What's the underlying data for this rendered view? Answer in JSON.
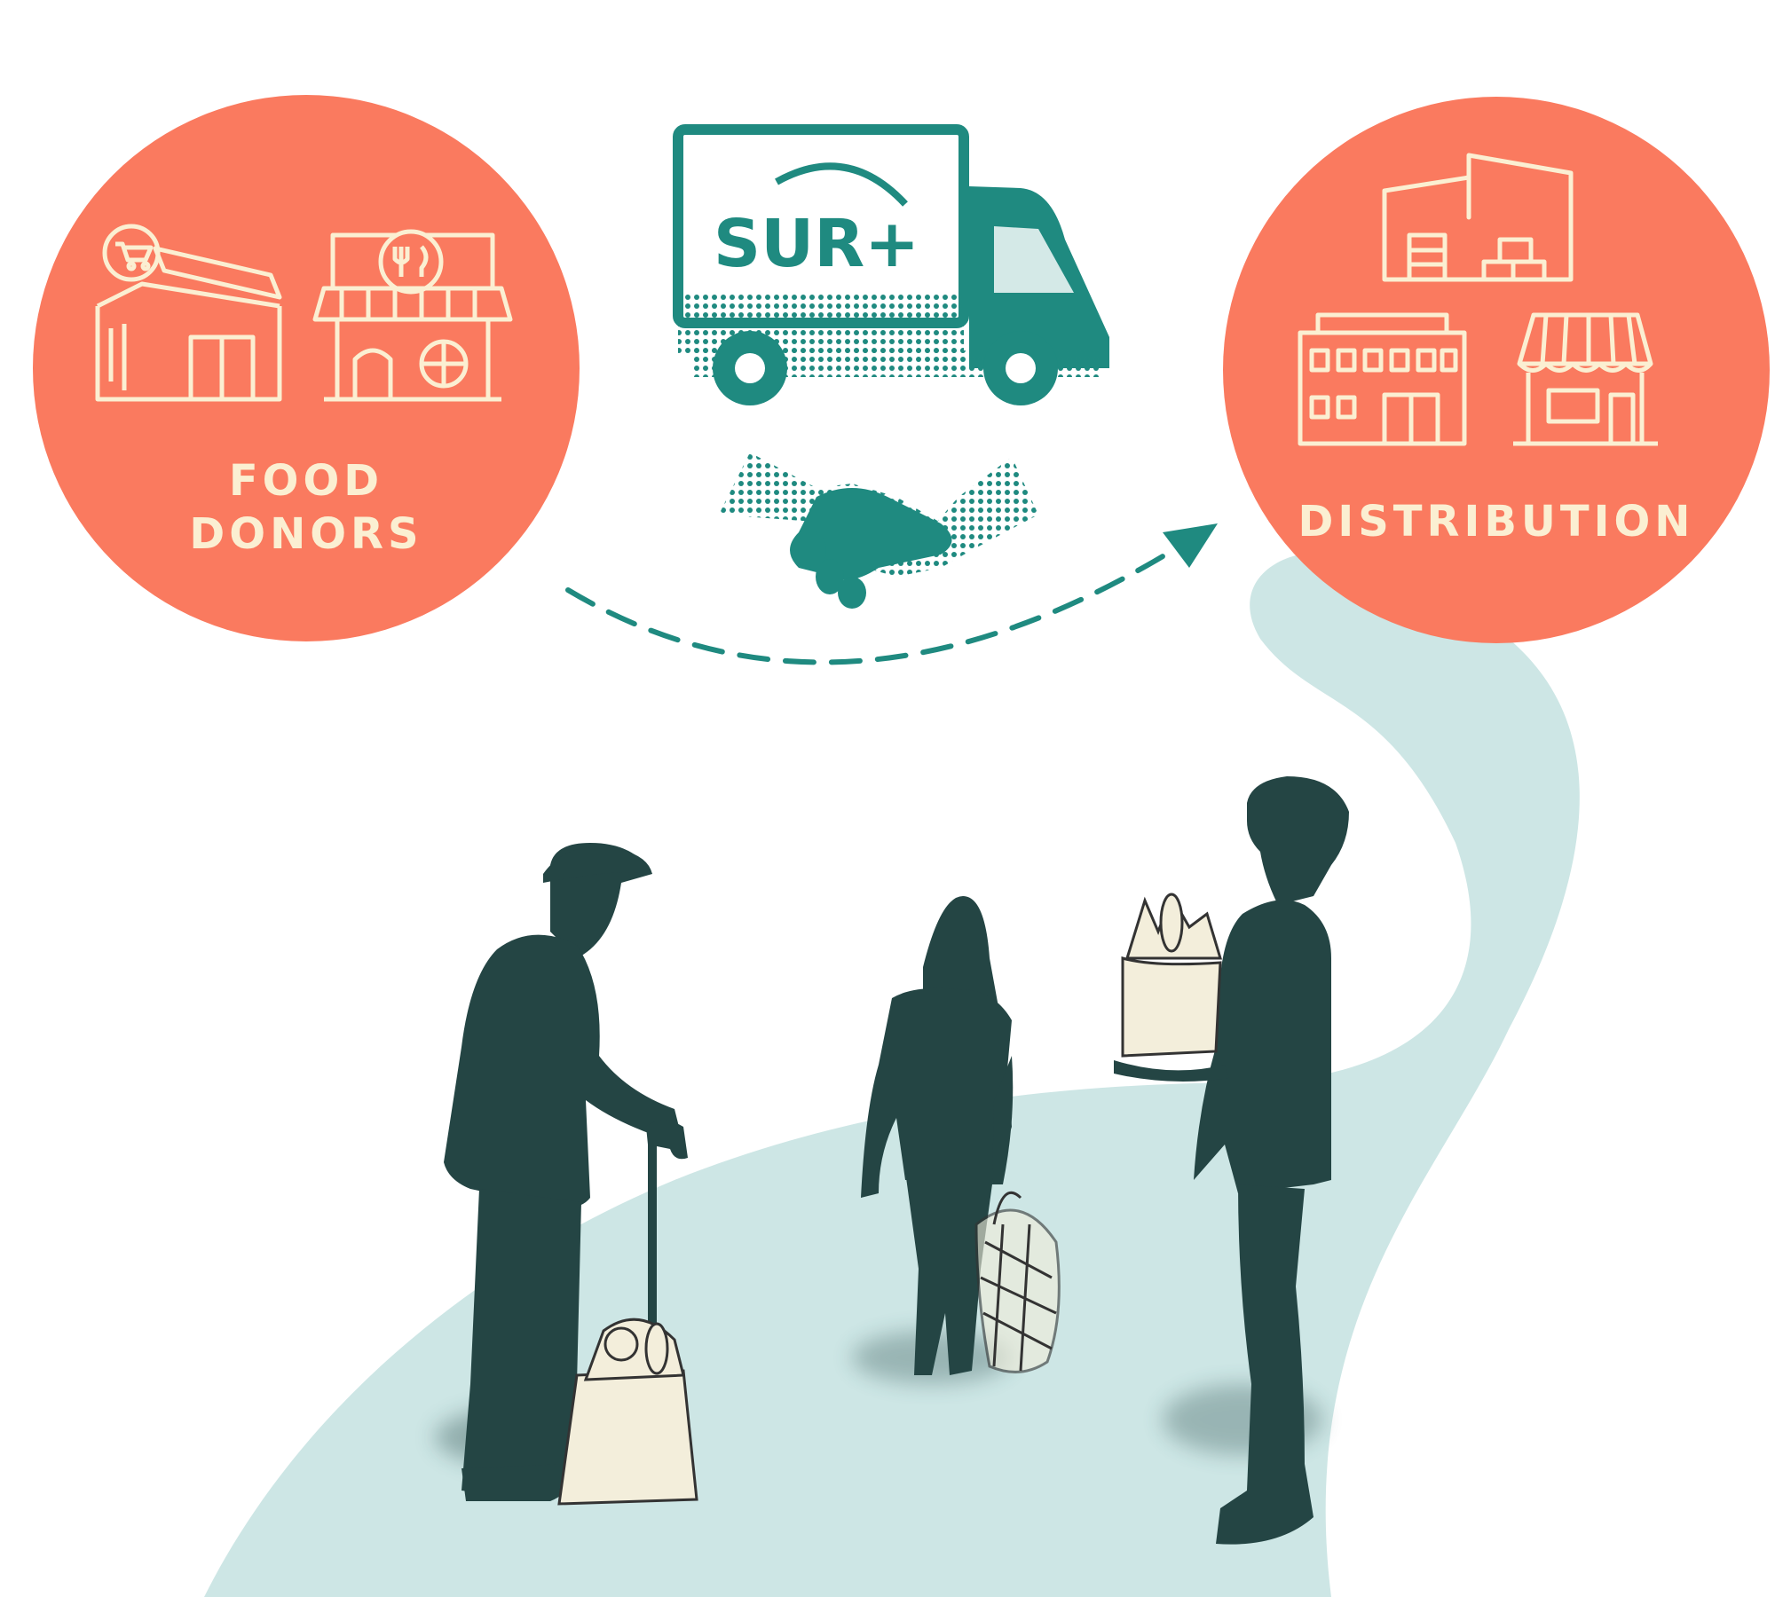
{
  "colors": {
    "coral": "#fa7a5f",
    "cream": "#fbefd2",
    "teal": "#1f8a80",
    "path": "#cde6e5",
    "silhouette": "#244544",
    "bag": "#f3eedb"
  },
  "donors": {
    "label_line1": "FOOD",
    "label_line2": "DONORS",
    "icons": [
      "supermarket-icon",
      "restaurant-icon"
    ]
  },
  "distribution": {
    "label": "DISTRIBUTION",
    "icons": [
      "warehouse-icon",
      "apartment-building-icon",
      "shop-icon"
    ]
  },
  "truck": {
    "logo_text": "SUR+",
    "icon": "truck-icon"
  },
  "handshake": {
    "icon": "handshake-icon"
  },
  "flow": {
    "icon": "dashed-arrow-icon"
  },
  "people": [
    "elderly-man-with-cane",
    "young-woman-walking",
    "young-man-looking-up"
  ]
}
